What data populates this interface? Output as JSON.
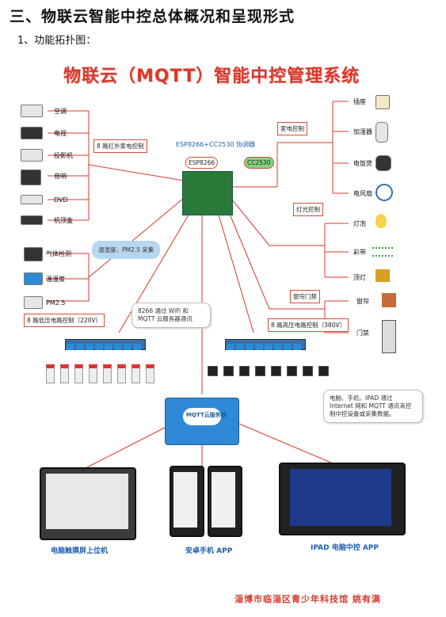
{
  "heading": "三、物联云智能中控总体概况和呈现形式",
  "subheading": "1、功能拓扑图：",
  "diagram": {
    "title": "物联云（MQTT）智能中控管理系统",
    "left_devices": [
      "空调",
      "电视",
      "投影机",
      "音响",
      "DVD",
      "机顶盒"
    ],
    "sensor_devices": [
      "气体检测",
      "温湿度",
      "PM2.5"
    ],
    "right_home_devices": [
      "插座",
      "加湿器",
      "电饭煲",
      "电风扇"
    ],
    "right_light_devices": [
      "灯泡",
      "彩带",
      "顶灯"
    ],
    "right_door_devices": [
      "窗帘",
      "门禁"
    ],
    "ir_box": "8 路红外家电控制",
    "home_box": "家电控制",
    "light_box": "灯光控制",
    "door_box": "窗帘门禁",
    "low_relay_box": "8 路低压电路控制（220V）",
    "high_relay_box": "8 路高压电路控制（380V）",
    "board_label": "ESP8266+CC2530  协调器",
    "esp_label": "ESP8266",
    "cc_label": "CC2530",
    "sensor_note": "温湿度、PM2.5 采集",
    "wifi_note": "8266 通过 WiFi 和 MQTT 云服务器通讯",
    "cloud_label": "MQTT云服务器",
    "client_note": "电脑、手机、IPAD 通过 Internet 网和 MQTT 通讯来控制中控设备或采集数据。",
    "app_pc": "电脑触摸屏上位机",
    "app_android": "安卓手机 APP",
    "app_ipad": "IPAD 电脑中控 APP",
    "footer": "淄博市临淄区青少年科技馆   姚有满"
  },
  "colors": {
    "red": "#d9382a",
    "blue": "#1f5fb0"
  }
}
